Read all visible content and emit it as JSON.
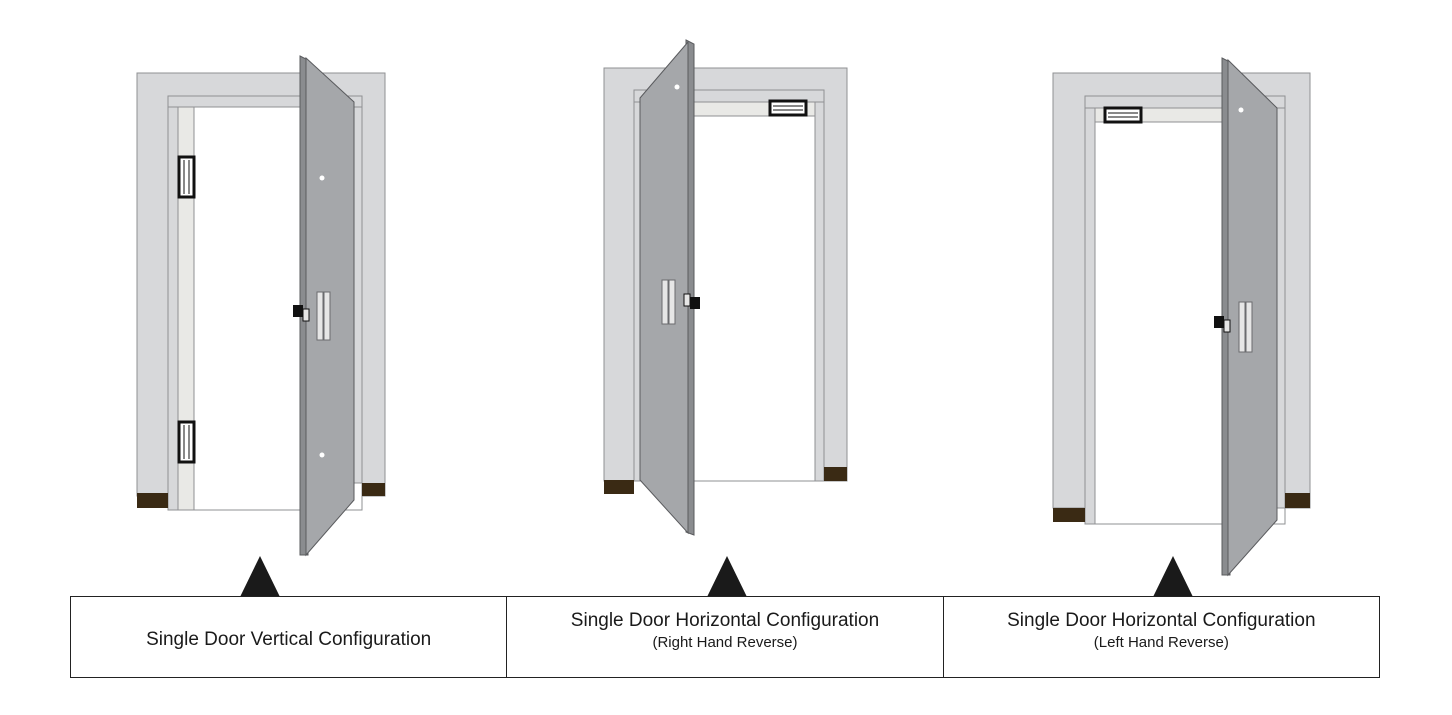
{
  "colors": {
    "wall": "#d7d8da",
    "frame_outline": "#8f9093",
    "reveal": "#e9e9e6",
    "door": "#a5a7aa",
    "door_outline": "#5a5b5e",
    "floor": "#3a2a14",
    "magnet": "#111111",
    "arrow": "#1a1a1a"
  },
  "captions": [
    {
      "title": "Single Door Vertical Configuration",
      "subtitle": ""
    },
    {
      "title": "Single Door Horizontal Configuration",
      "subtitle": "(Right Hand Reverse)"
    },
    {
      "title": "Single Door Horizontal Configuration",
      "subtitle": "(Left Hand Reverse)"
    }
  ]
}
